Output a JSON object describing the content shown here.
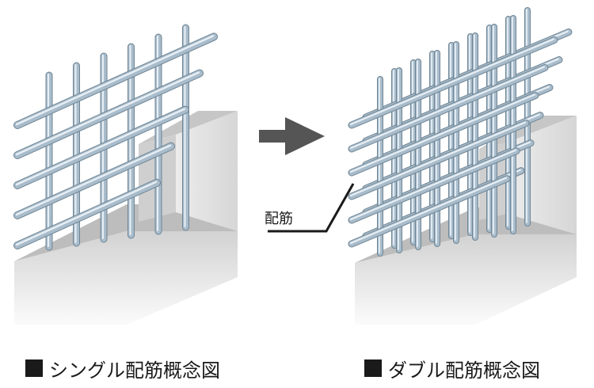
{
  "labels": {
    "rebar_label": "配筋",
    "caption_single": "シングル配筋概念図",
    "caption_double": "ダブル配筋概念図"
  },
  "icons": {
    "arrow": "right-arrow-icon",
    "caption_marker": "black-square-icon"
  },
  "colors": {
    "rebar": "#8fa7b8",
    "rebar_highlight": "#e4edf3",
    "concrete_front": "#e8e8e8",
    "concrete_top": "#c2c2c2",
    "arrow": "#555555",
    "text": "#1a1a1a"
  },
  "single": {
    "vertical_bars": 6,
    "horizontal_bars": 5
  },
  "double": {
    "layers": 2,
    "vertical_bars_per_layer": 8,
    "horizontal_bars_per_layer": 6
  }
}
